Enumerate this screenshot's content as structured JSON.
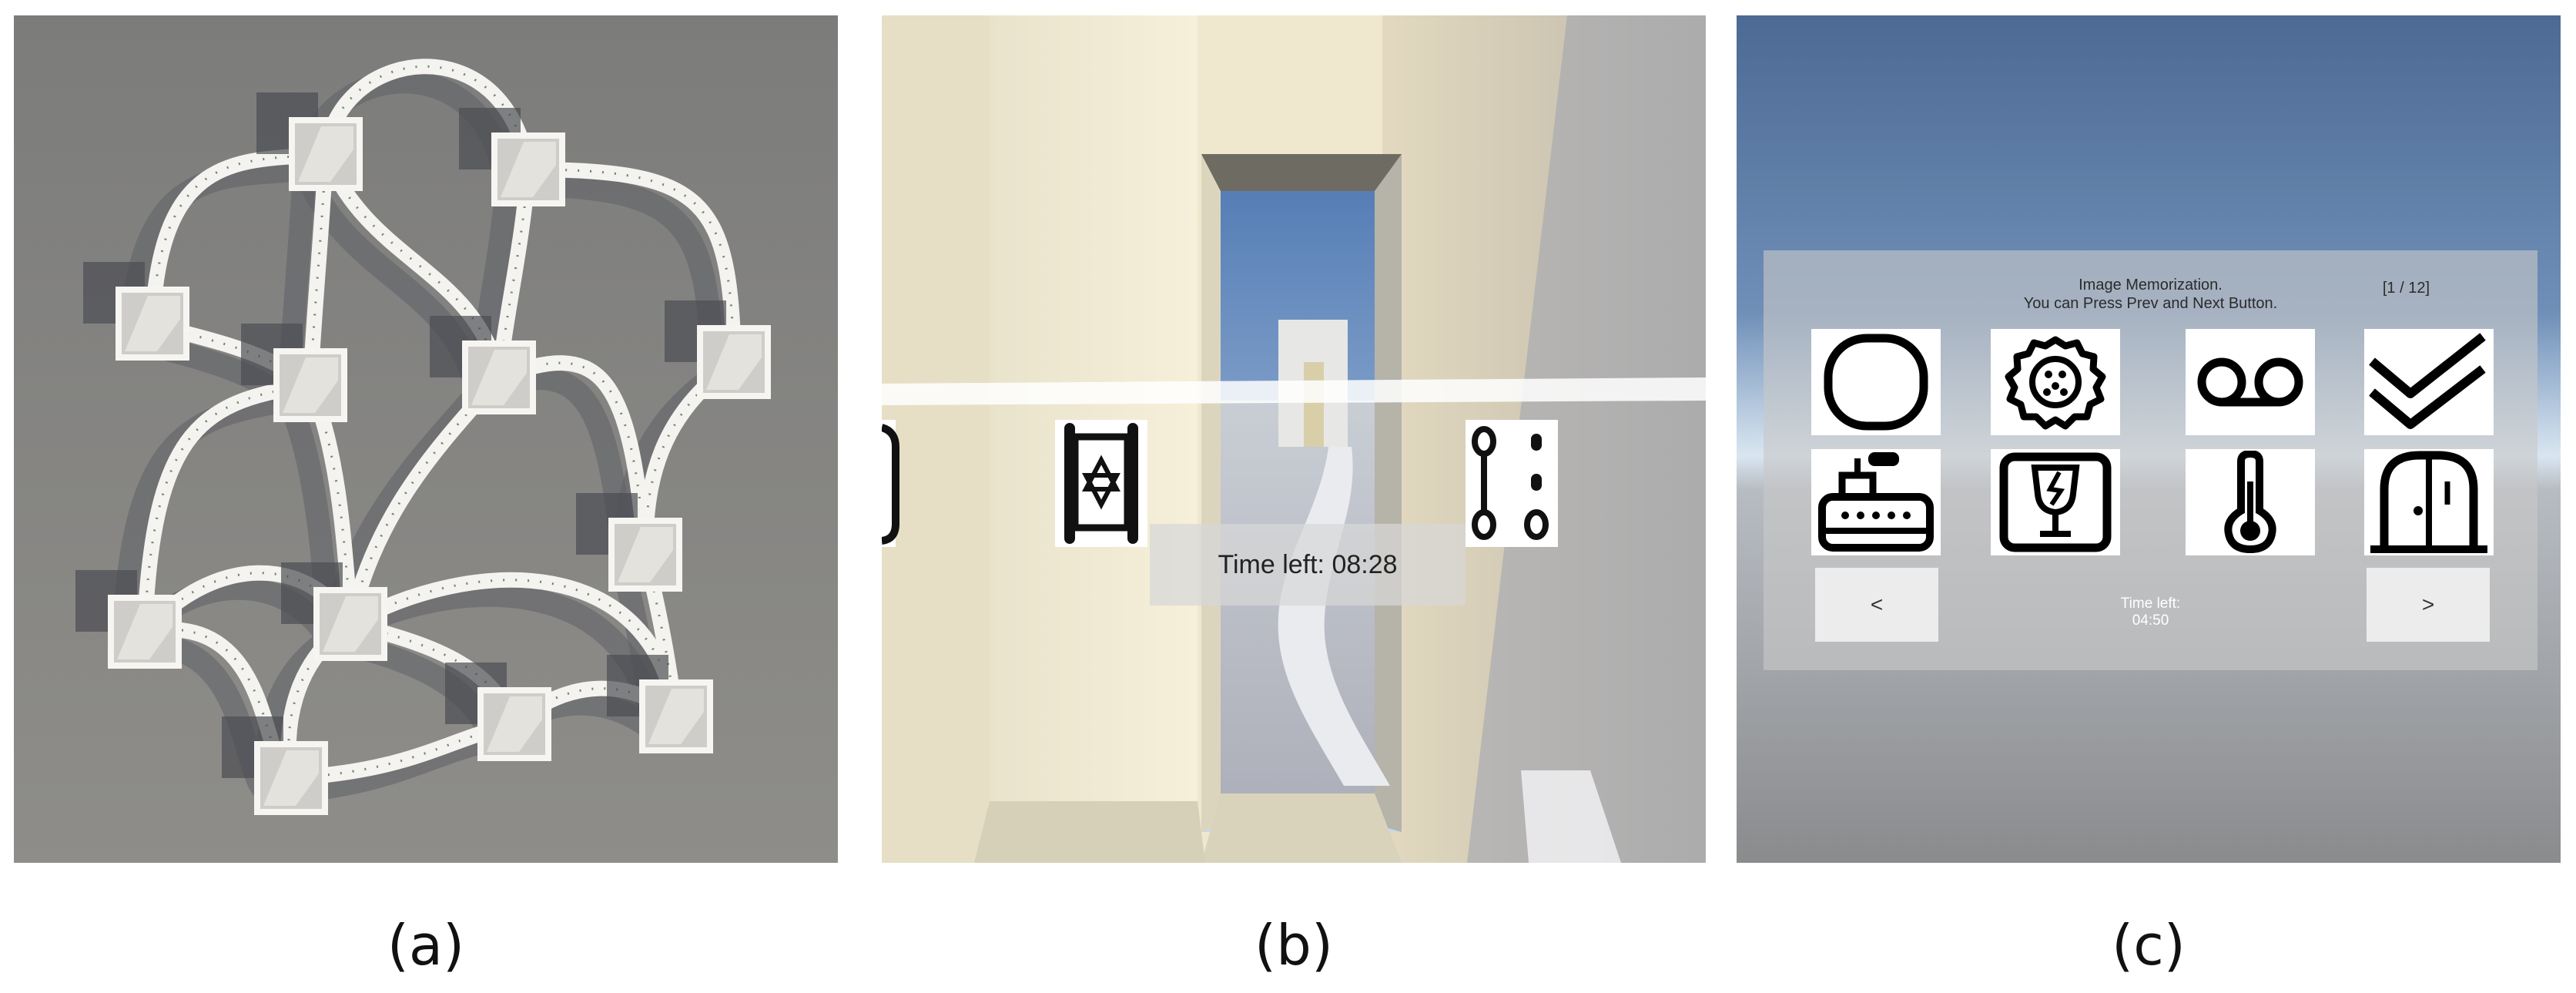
{
  "captions": {
    "a": "(a)",
    "b": "(b)",
    "c": "(c)"
  },
  "panel_b": {
    "time_left": "Time left: 08:28"
  },
  "panel_c": {
    "title_line1": "Image Memorization.",
    "title_line2": "You can Press Prev and Next Button.",
    "page_counter": "[1 / 12]",
    "prev_label": "<",
    "next_label": ">",
    "time_label": "Time left:",
    "time_value": "04:50",
    "images": [
      "rounded-square-icon",
      "cookie-icon",
      "voicemail-icon",
      "double-check-icon",
      "printer-icon",
      "broken-glass-box-icon",
      "thermometer-icon",
      "door-icon"
    ]
  },
  "colors": {
    "floor_gray": "#8a8a88",
    "sky_blue": "#4c6a93",
    "corridor_cream": "#f4ecd2"
  }
}
